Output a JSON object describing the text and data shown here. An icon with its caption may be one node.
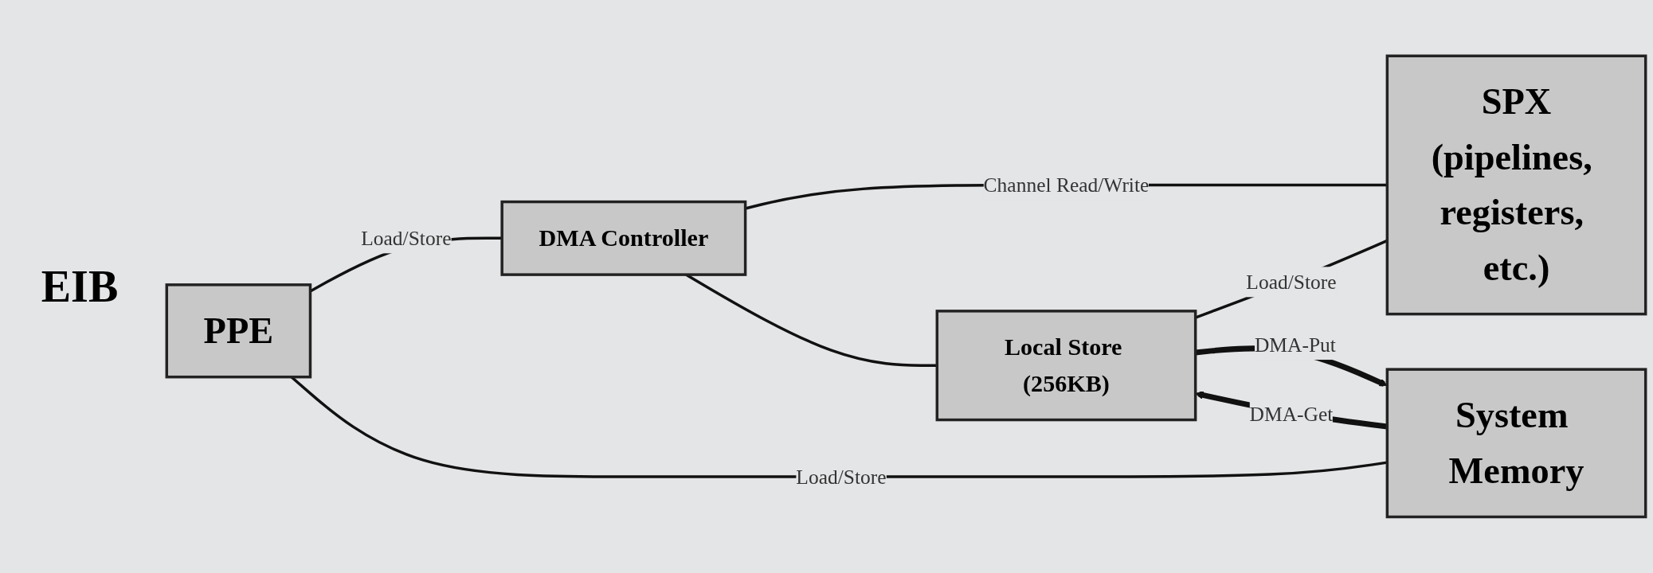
{
  "diagram": {
    "nodes": [
      {
        "text": [
          "PPE"
        ]
      },
      {
        "text": [
          "System Memory"
        ]
      },
      {
        "text": [
          "DMA Controller"
        ]
      },
      {
        "text": [
          "Local Store (256KB)"
        ]
      },
      {
        "text": [
          "SPX",
          "(pipelines, registers, etc.)"
        ]
      }
    ],
    "edges": [
      {
        "from": 0,
        "to": 2,
        "arrow": "none",
        "label": "Load/Store"
      },
      {
        "from": 0,
        "to": 1,
        "arrow": "none",
        "label": "Load/Store"
      },
      {
        "from": 2,
        "to": 4,
        "arrow": "none",
        "label": "Channel Read/Write"
      },
      {
        "from": 2,
        "to": 3,
        "arrow": "none"
      },
      {
        "from": 3,
        "to": 4,
        "arrow": "none",
        "label": "Load/Store"
      },
      {
        "from": 3,
        "to": 1,
        "arrow": "to",
        "label": "DMA-Put",
        "style": "thick"
      },
      {
        "from": 1,
        "to": 3,
        "arrow": "to",
        "label": "DMA-Get",
        "style": "thick"
      }
    ],
    "labels": [
      "EIB"
    ]
  }
}
